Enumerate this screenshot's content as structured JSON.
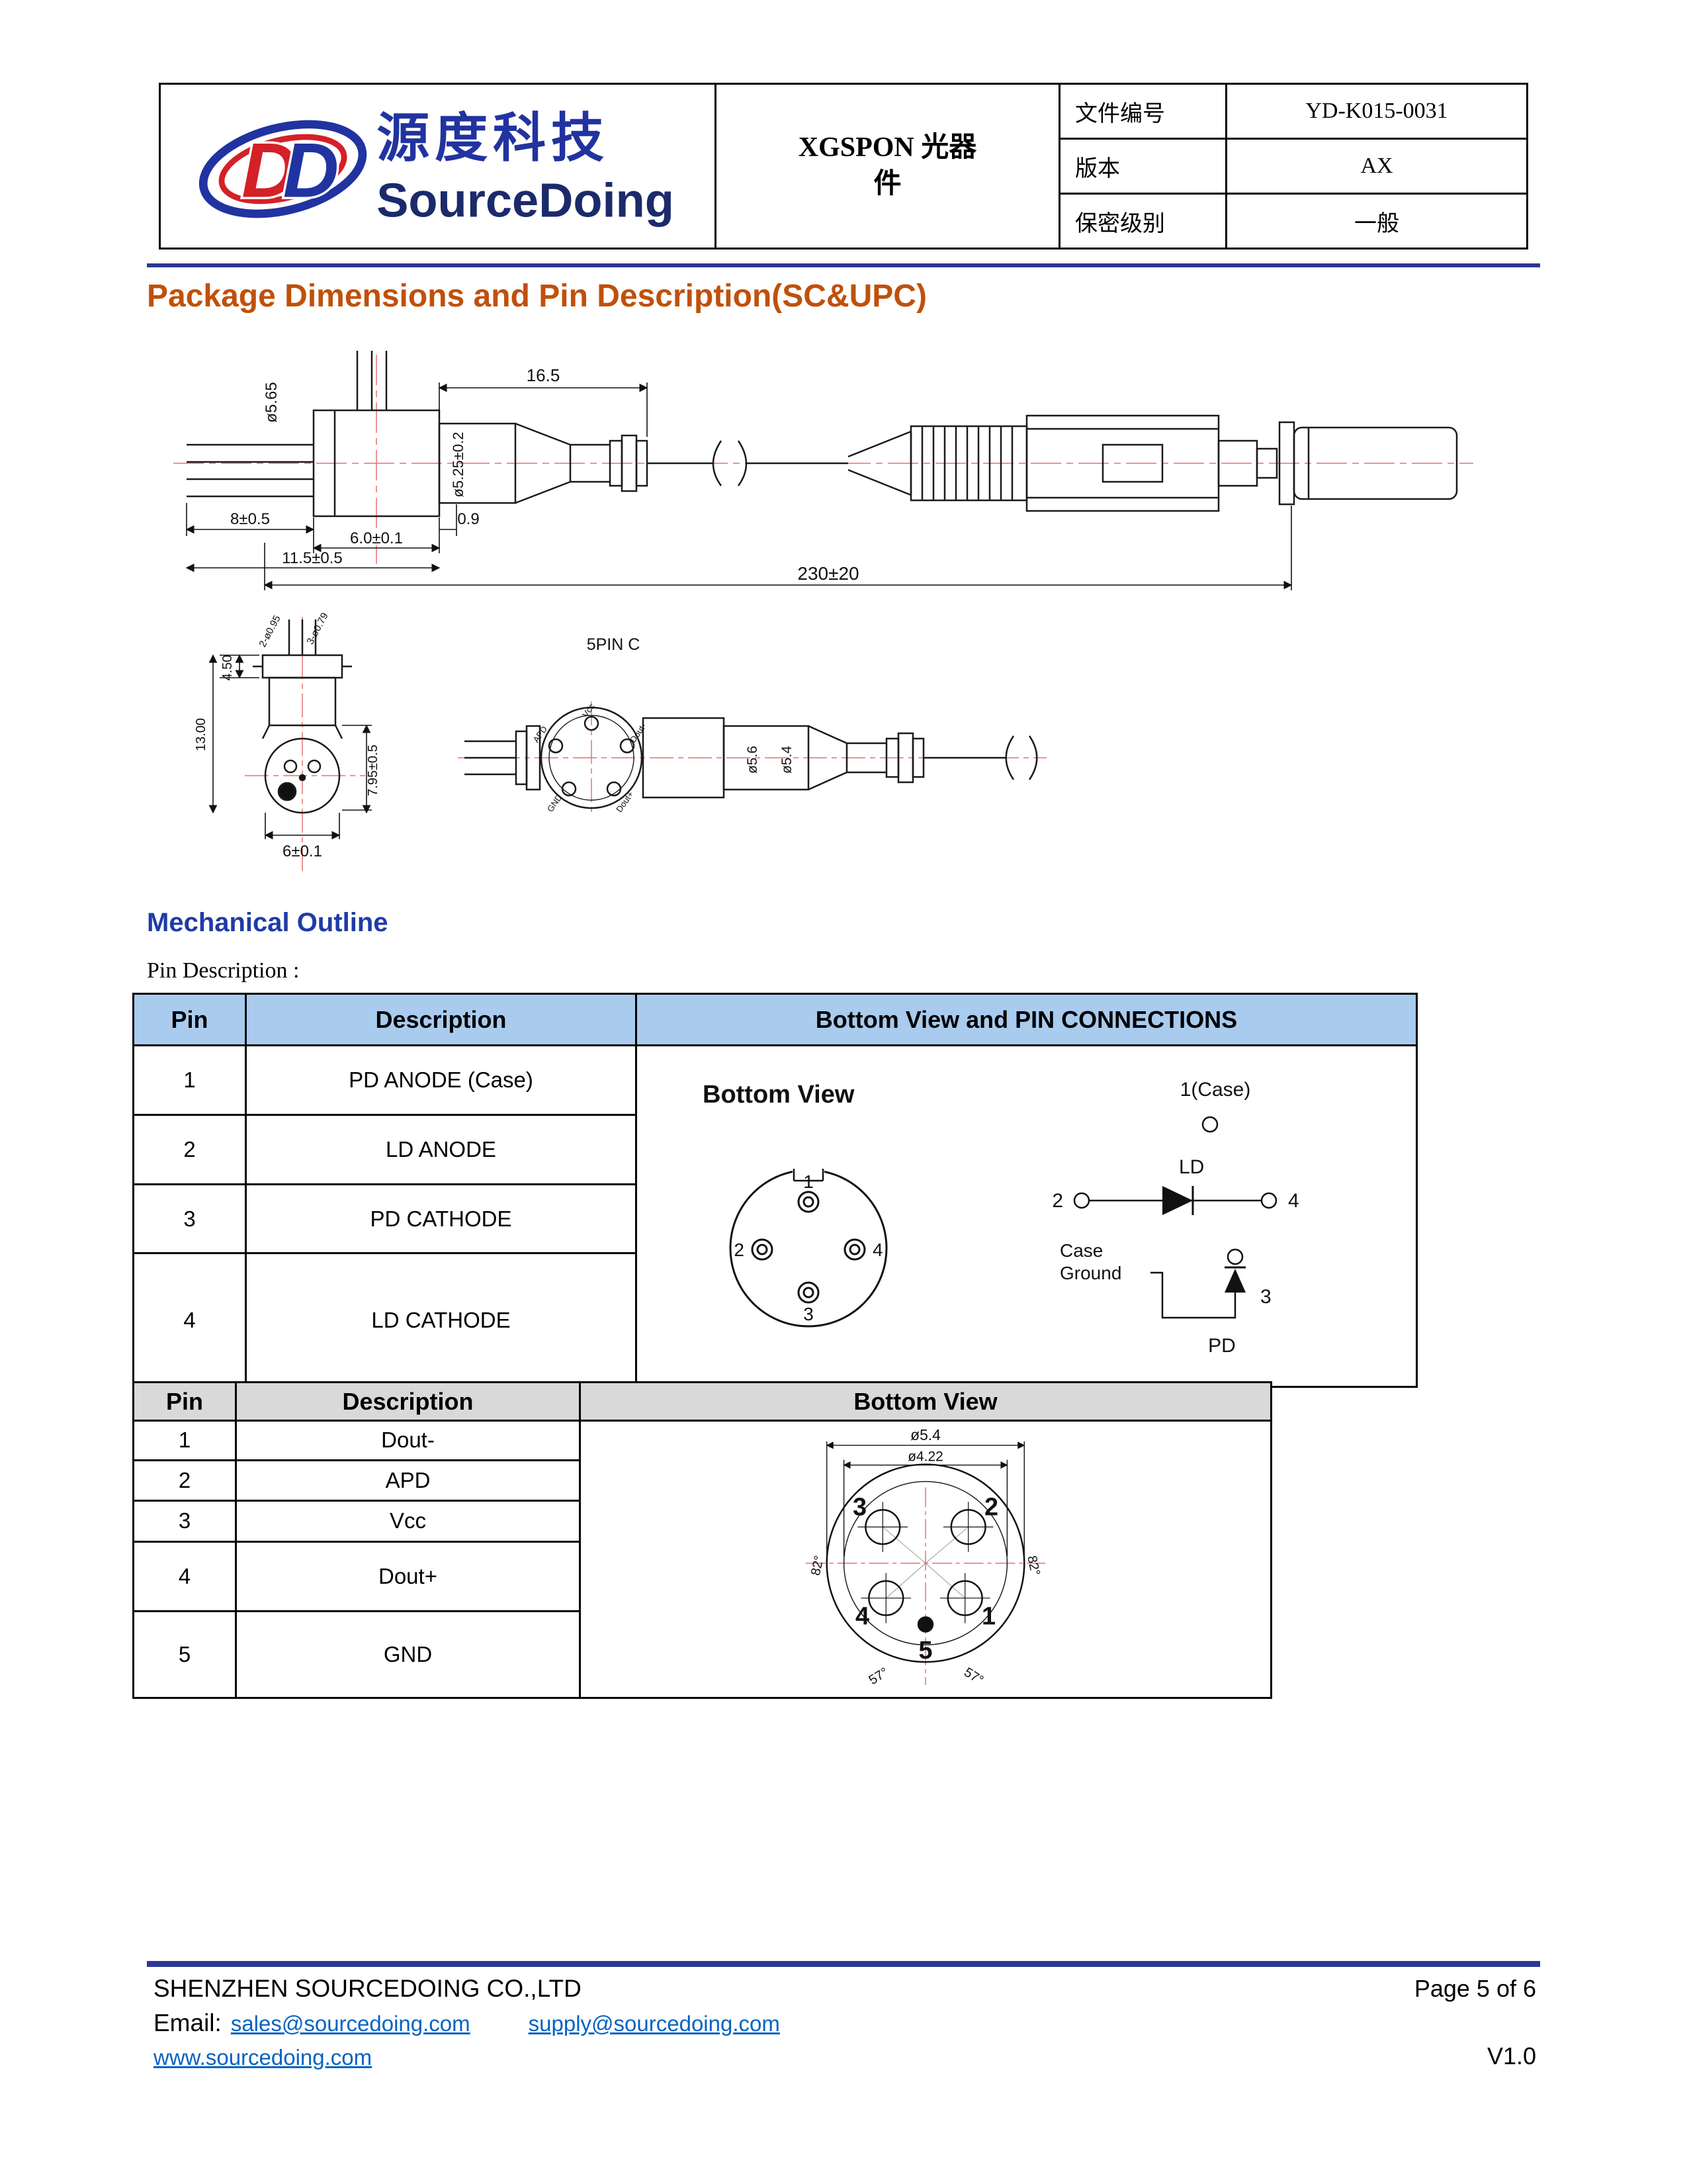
{
  "colors": {
    "accent_orange": "#C0500A",
    "heading_blue": "#1F3BA8",
    "bar_navy": "#2B3990",
    "link_blue": "#0563C1",
    "t1_header_bg": "#A9CBEE",
    "t2_header_bg": "#D9D9D9",
    "logo_blue": "#2133A0",
    "logo_navy": "#1B2A6B",
    "logo_red": "#D42027"
  },
  "header": {
    "brand_cn": "源度科技",
    "brand_en": "SourceDoing",
    "monogram_left": "D",
    "monogram_right": "D",
    "product_title": "XGSPON 光器件",
    "fields": [
      {
        "label": "文件编号",
        "value": "YD-K015-0031"
      },
      {
        "label": "版本",
        "value": "AX"
      },
      {
        "label": "保密级别",
        "value": "一般"
      }
    ]
  },
  "section_title": "Package Dimensions and Pin Description(SC&UPC)",
  "drawing": {
    "dims": {
      "lead_dia": "ø5.65",
      "len16": "16.5",
      "barrel_dia": "ø5.25±0.2",
      "w8": "8±0.5",
      "w6": "6.0±0.1",
      "w09": "0.9",
      "w115": "11.5±0.5",
      "cable_len": "230±20",
      "front_pins_a": "2-ø0.95",
      "front_pins_b": "3-ø0.79",
      "front_450": "4.50",
      "front_1300": "13.00",
      "front_h": "7.95±0.5",
      "front_w": "6±0.1",
      "fivepin_label": "5PIN C",
      "d56": "ø5.6",
      "d54": "ø5.4",
      "pin_vcc": "Vcc",
      "pin_apd": "APD",
      "pin_gnd": "GND",
      "pin_doutp": "Dout+",
      "pin_doutm": "Dout-"
    }
  },
  "mechanical_outline": "Mechanical Outline",
  "pin_description_label": "Pin Description :",
  "table1": {
    "headers": [
      "Pin",
      "Description",
      "Bottom View and PIN CONNECTIONS"
    ],
    "rows": [
      {
        "pin": "1",
        "desc": "PD ANODE (Case)"
      },
      {
        "pin": "2",
        "desc": "LD ANODE"
      },
      {
        "pin": "3",
        "desc": "PD CATHODE"
      },
      {
        "pin": "4",
        "desc": "LD CATHODE"
      }
    ],
    "diagram": {
      "bottom_view": "Bottom View",
      "case": "1(Case)",
      "ld": "LD",
      "p1": "1",
      "p2": "2",
      "p3": "3",
      "p4": "4",
      "case_ground_1": "Case",
      "case_ground_2": "Ground",
      "pd": "PD"
    }
  },
  "table2": {
    "headers": [
      "Pin",
      "Description",
      "Bottom View"
    ],
    "rows": [
      {
        "pin": "1",
        "desc": "Dout-"
      },
      {
        "pin": "2",
        "desc": "APD"
      },
      {
        "pin": "3",
        "desc": "Vcc"
      },
      {
        "pin": "4",
        "desc": "Dout+"
      },
      {
        "pin": "5",
        "desc": "GND"
      }
    ],
    "diagram": {
      "d54": "ø5.4",
      "d422": "ø4.22",
      "p1": "1",
      "p2": "2",
      "p3": "3",
      "p4": "4",
      "p5": "5",
      "a82l": "82°",
      "a82r": "82°",
      "a57l": "57°",
      "a57r": "57°"
    }
  },
  "footer": {
    "company": "SHENZHEN SOURCEDOING CO.,LTD",
    "page": "Page 5 of 6",
    "email_label": "Email:",
    "email1": "sales@sourcedoing.com",
    "email2": "supply@sourcedoing.com",
    "website": "www.sourcedoing.com",
    "version": "V1.0"
  }
}
